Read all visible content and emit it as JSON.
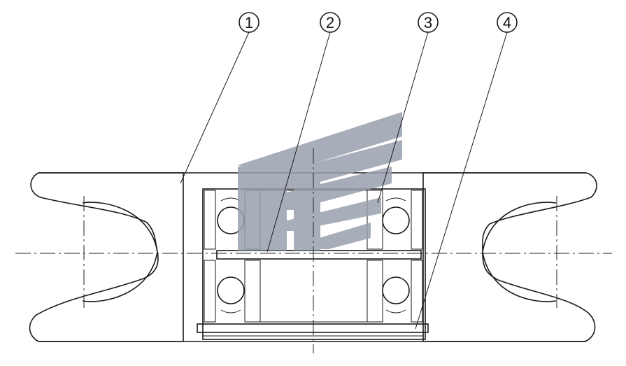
{
  "diagram": {
    "callouts": [
      {
        "id": "c1",
        "label": "1"
      },
      {
        "id": "c2",
        "label": "2"
      },
      {
        "id": "c3",
        "label": "3"
      },
      {
        "id": "c4",
        "label": "4"
      }
    ],
    "colors": {
      "line": "#1a1a1a",
      "hatch": "#222222",
      "watermark": "#9aa0ad",
      "background": "#ffffff"
    }
  }
}
